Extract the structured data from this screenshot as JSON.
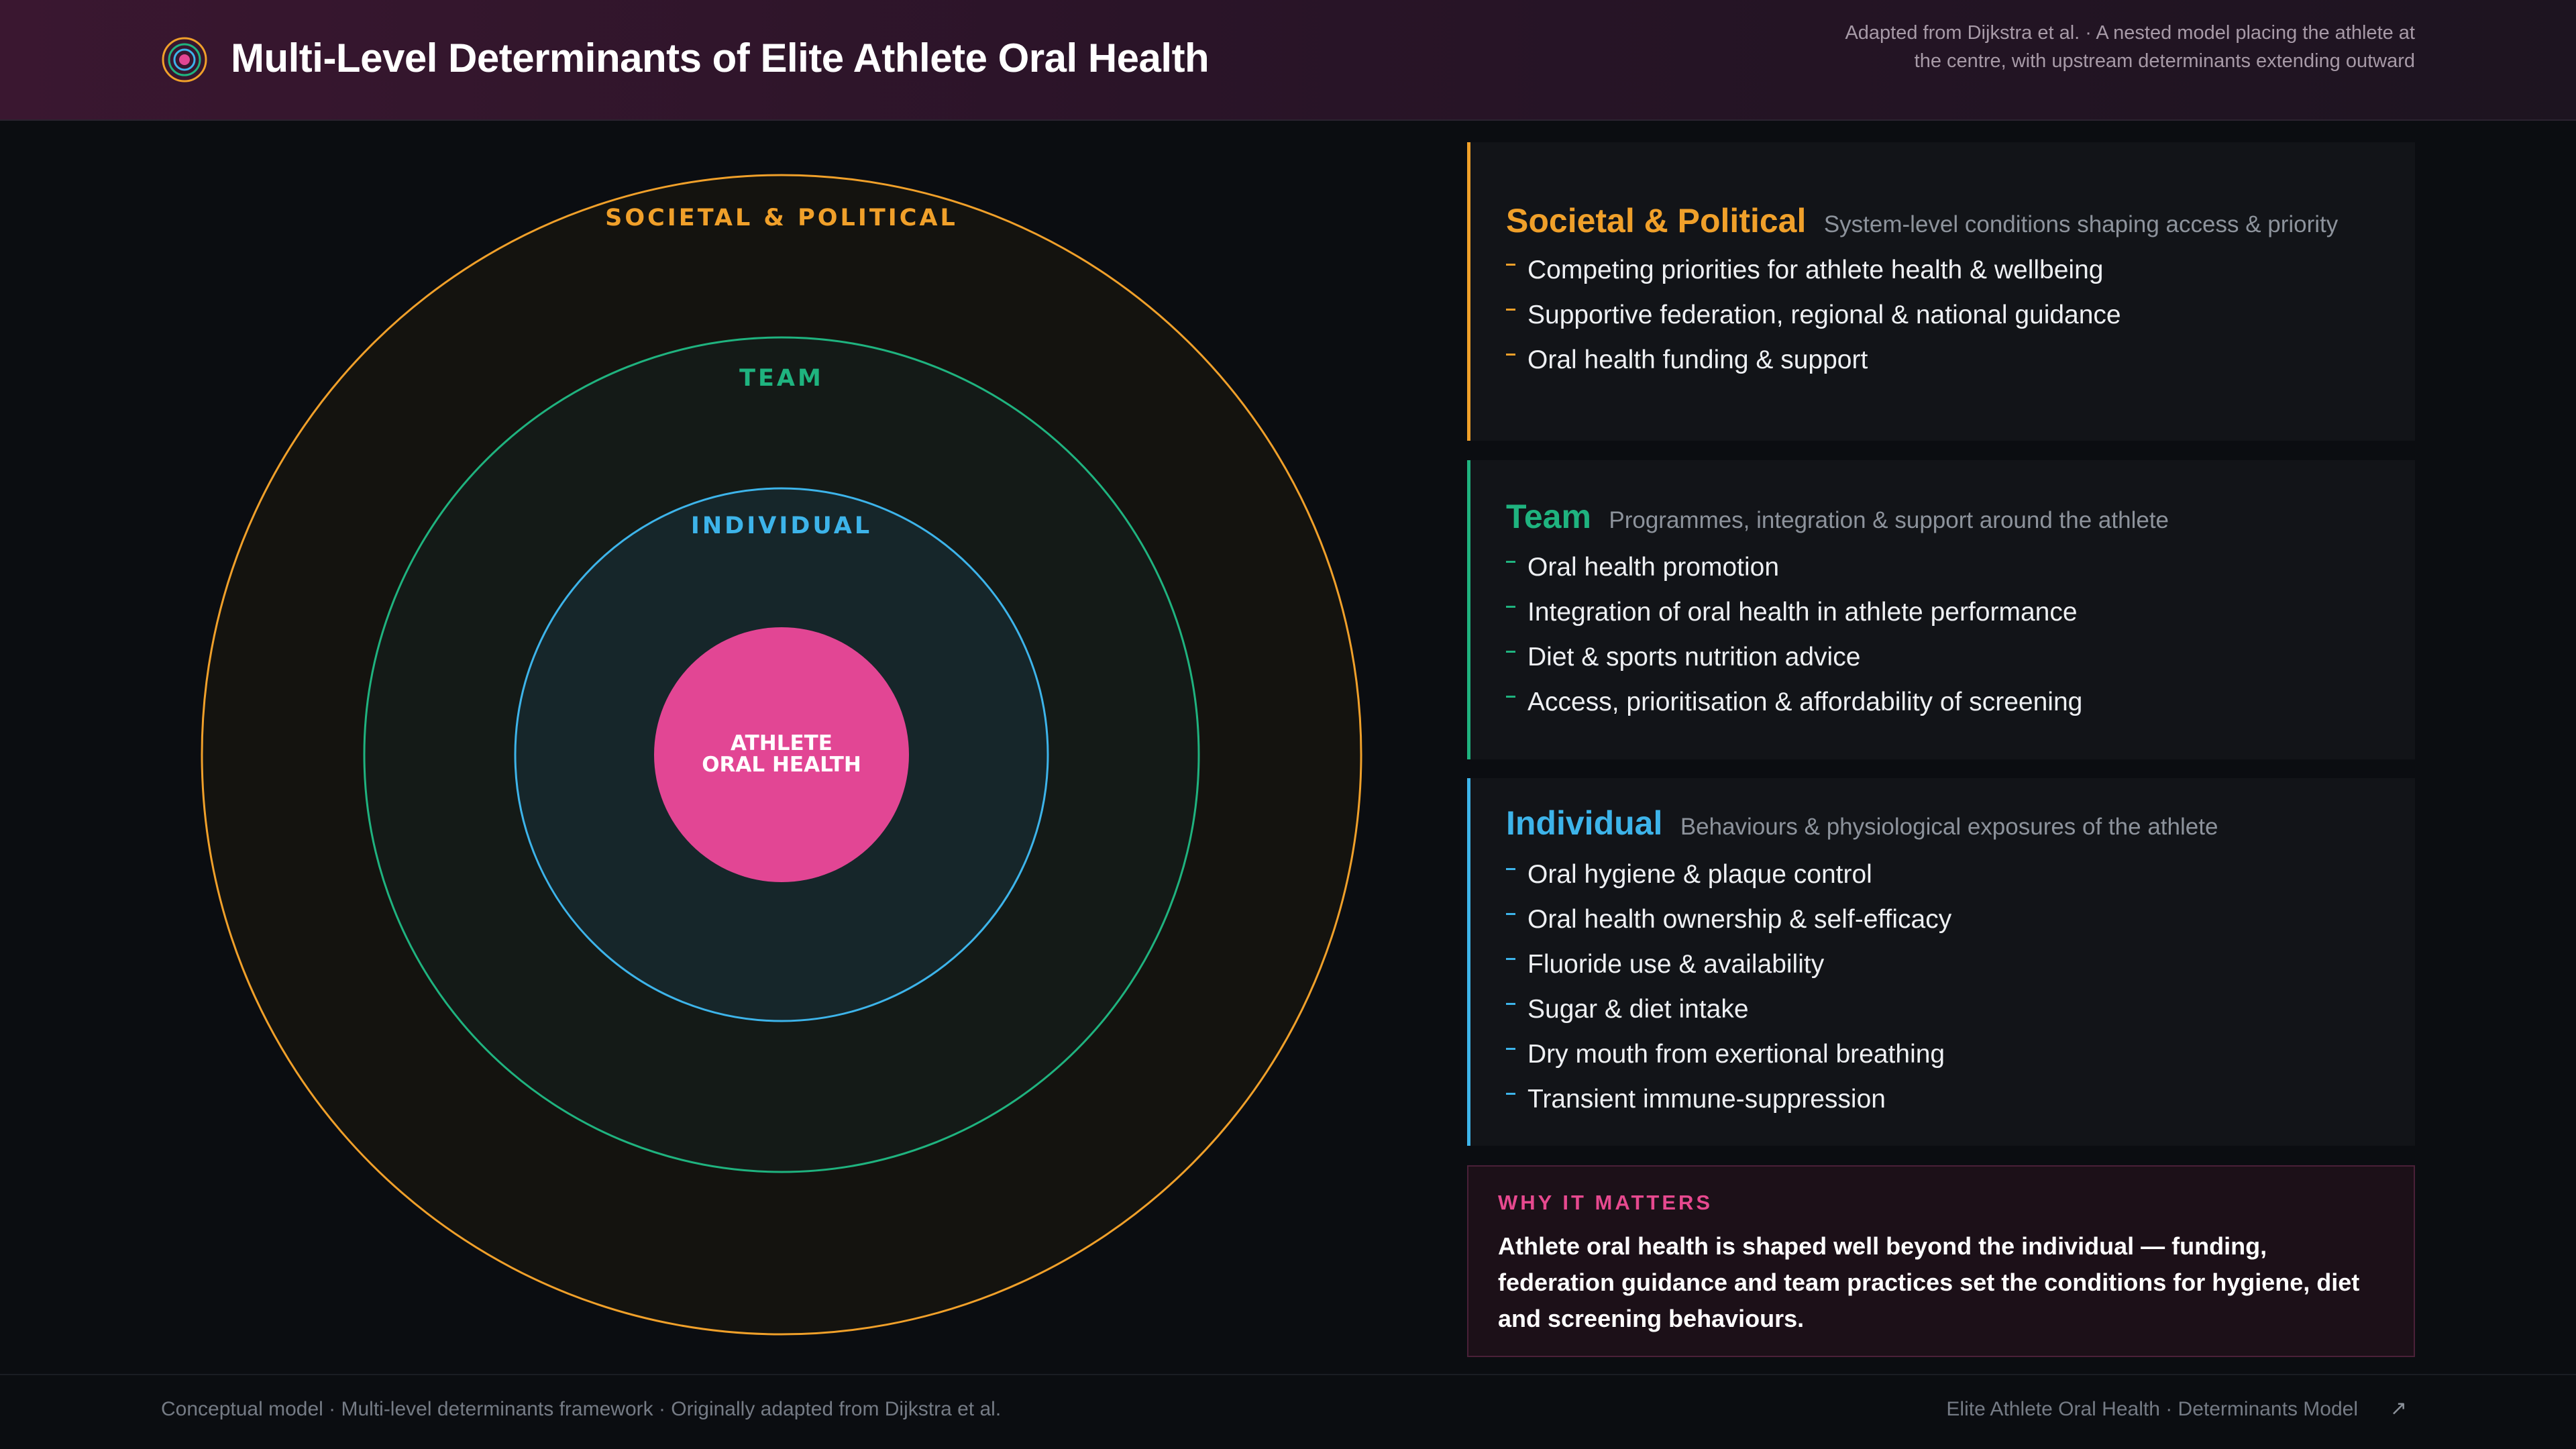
{
  "header": {
    "title": "Multi-Level Determinants of Elite Athlete Oral Health",
    "note": "Adapted from Dijkstra et al. · A nested model placing the athlete at the centre, with upstream determinants extending outward",
    "logo_icon": "concentric-target-icon"
  },
  "diagram": {
    "rings": [
      {
        "id": "societal",
        "label": "SOCIETAL & POLITICAL",
        "stroke": "#f0a02a",
        "fill": "#14130f"
      },
      {
        "id": "team",
        "label": "TEAM",
        "stroke": "#1fb37f",
        "fill": "#141a17"
      },
      {
        "id": "individual",
        "label": "INDIVIDUAL",
        "stroke": "#3db4ea",
        "fill": "#16262a"
      }
    ],
    "center": {
      "line1": "ATHLETE",
      "line2": "ORAL HEALTH",
      "fill": "#e24694"
    }
  },
  "panels": {
    "societal": {
      "title": "Societal & Political",
      "subtitle": "System-level conditions shaping access & priority",
      "color": "#f0a02a",
      "items": [
        "Competing priorities for athlete health & wellbeing",
        "Supportive federation, regional & national guidance",
        "Oral health funding & support"
      ]
    },
    "team": {
      "title": "Team",
      "subtitle": "Programmes, integration & support around the athlete",
      "color": "#1fb37f",
      "items": [
        "Oral health promotion",
        "Integration of oral health in athlete performance",
        "Diet & sports nutrition advice",
        "Access, prioritisation & affordability of screening"
      ]
    },
    "individual": {
      "title": "Individual",
      "subtitle": "Behaviours & physiological exposures of the athlete",
      "color": "#3db4ea",
      "items": [
        "Oral hygiene & plaque control",
        "Oral health ownership & self-efficacy",
        "Fluoride use & availability",
        "Sugar & diet intake",
        "Dry mouth from exertional breathing",
        "Transient immune-suppression"
      ]
    }
  },
  "why": {
    "label": "WHY IT MATTERS",
    "text": "Athlete oral health is shaped well beyond the individual — funding, federation guidance and team practices set the conditions for hygiene, diet and screening behaviours."
  },
  "footer": {
    "left": "Conceptual model · Multi-level determinants framework · Originally adapted from Dijkstra et al.",
    "right": "Elite Athlete Oral Health · Determinants Model",
    "icon": "share-arrow-icon"
  }
}
